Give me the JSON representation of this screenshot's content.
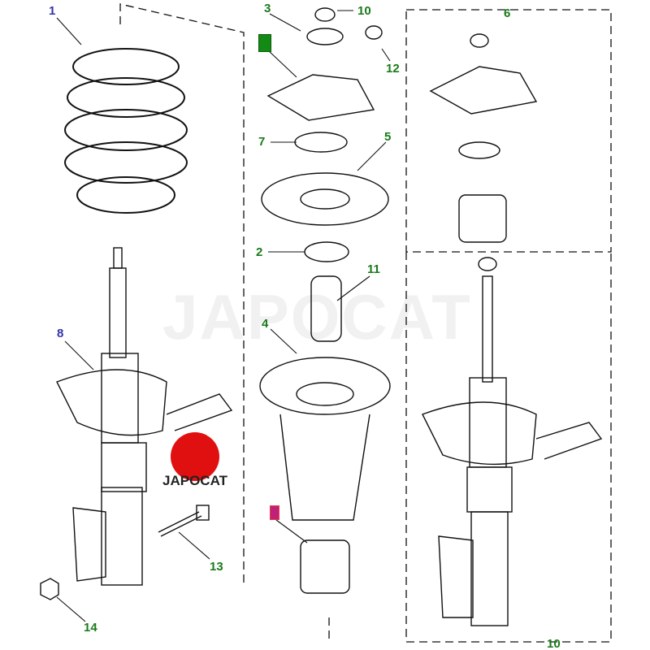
{
  "diagram": {
    "watermark": "JAPOCAT",
    "logo_text": "JAPOCAT",
    "colors": {
      "callout_green": "#1a7a1a",
      "callout_blue": "#3333aa",
      "logo_red": "#e01010"
    },
    "callouts": [
      {
        "id": "1",
        "part": "coil-spring"
      },
      {
        "id": "8",
        "part": "spring-seat"
      },
      {
        "id": "3",
        "part": "bearing"
      },
      {
        "id": "10",
        "part": "nut"
      },
      {
        "id": "12",
        "part": "nut"
      },
      {
        "id": "6",
        "part": "mount-kit"
      },
      {
        "id": "7",
        "part": "washer"
      },
      {
        "id": "5",
        "part": "upper-spring-seat"
      },
      {
        "id": "2",
        "part": "cap"
      },
      {
        "id": "11",
        "part": "bump-stop"
      },
      {
        "id": "4",
        "part": "dust-boot"
      },
      {
        "id": "13",
        "part": "bolt"
      },
      {
        "id": "14",
        "part": "nut"
      },
      {
        "id": "10",
        "part": "strut-assembly"
      }
    ]
  }
}
